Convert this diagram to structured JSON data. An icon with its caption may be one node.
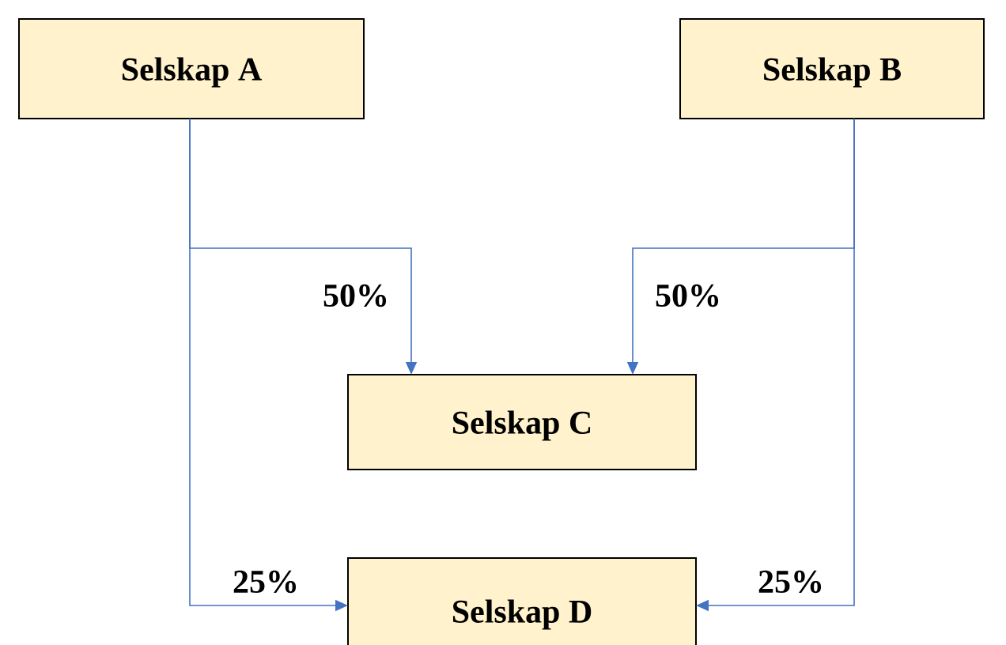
{
  "diagram": {
    "nodes": [
      {
        "text": [
          "Selskap A"
        ]
      },
      {
        "text": [
          "Selskap B"
        ]
      },
      {
        "text": [
          "Selskap C"
        ]
      },
      {
        "text": [
          "Selskap D"
        ]
      }
    ],
    "edges": [
      {
        "from": 0,
        "to": 2,
        "arrow": "to",
        "label": "50%"
      },
      {
        "from": 1,
        "to": 2,
        "arrow": "to",
        "label": "50%"
      },
      {
        "from": 0,
        "to": 3,
        "arrow": "to",
        "label": "25%"
      },
      {
        "from": 1,
        "to": 3,
        "arrow": "to",
        "label": "25%"
      }
    ]
  }
}
